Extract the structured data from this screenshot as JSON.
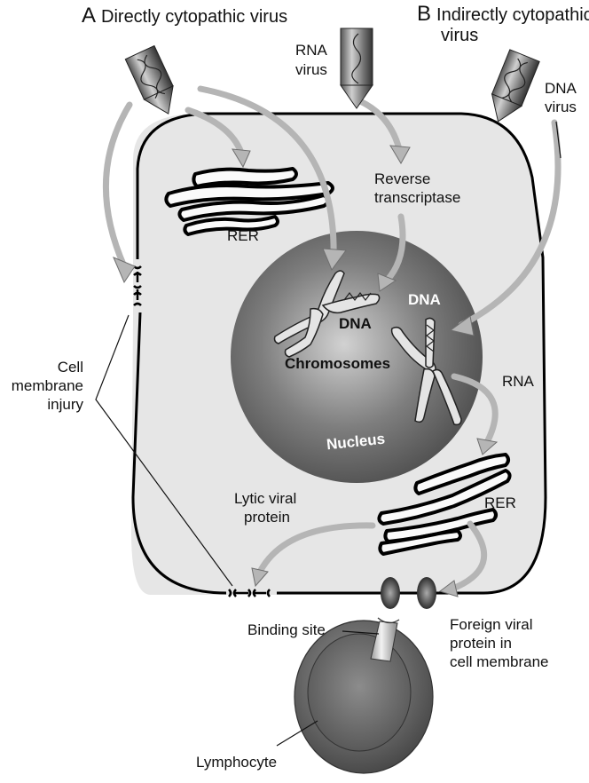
{
  "title": "Viral cell injury: directly vs indirectly cytopathic viruses",
  "headers": {
    "a_letter": "A",
    "a_text": "Directly cytopathic virus",
    "b_letter": "B",
    "b_text_line1": "Indirectly cytopathic",
    "b_text_line2": "virus"
  },
  "viruses": {
    "rna_line1": "RNA",
    "rna_line2": "virus",
    "dna_line1": "DNA",
    "dna_line2": "virus"
  },
  "labels": {
    "rer_top": "RER",
    "reverse_transcriptase_line1": "Reverse",
    "reverse_transcriptase_line2": "transcriptase",
    "dna_inner": "DNA",
    "dna_integrated": "DNA",
    "chromosomes": "Chromosomes",
    "nucleus": "Nucleus",
    "rna": "RNA",
    "rer_bottom": "RER",
    "cell_membrane_injury_line1": "Cell",
    "cell_membrane_injury_line2": "membrane",
    "cell_membrane_injury_line3": "injury",
    "lytic_viral_protein_line1": "Lytic viral",
    "lytic_viral_protein_line2": "protein",
    "binding_site": "Binding site",
    "foreign_viral_protein_line1": "Foreign viral",
    "foreign_viral_protein_line2": "protein in",
    "foreign_viral_protein_line3": "cell membrane",
    "lymphocyte": "Lymphocyte"
  },
  "colors": {
    "cytoplasm": "#e6e6e6",
    "membrane": "#000000",
    "arrow_fill": "#b5b5b5",
    "arrow_stroke": "#6f6f6f",
    "nucleus_light": "#c9c9c9",
    "nucleus_dark": "#4a4a4a"
  }
}
